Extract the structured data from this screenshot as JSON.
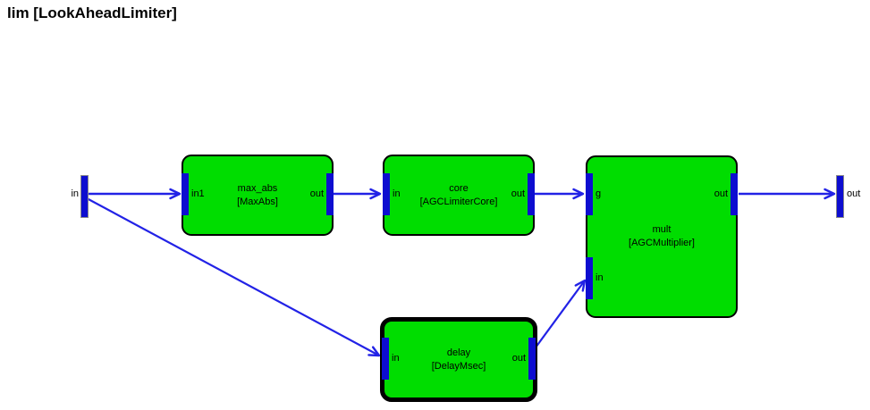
{
  "diagram": {
    "title": "lim [LookAheadLimiter]",
    "colors": {
      "block_fill": "#00dd00",
      "block_border": "#000000",
      "port_bar": "#0d0dd0",
      "wire": "#2222e6",
      "background": "#ffffff"
    },
    "external_ports": [
      {
        "label": "in",
        "direction": "input"
      },
      {
        "label": "out",
        "direction": "output"
      }
    ],
    "blocks": [
      {
        "name": "max_abs",
        "klass": "[MaxAbs]",
        "selected": false,
        "ports": [
          {
            "label": "in1"
          },
          {
            "label": "out"
          }
        ]
      },
      {
        "name": "core",
        "klass": "[AGCLimiterCore]",
        "selected": false,
        "ports": [
          {
            "label": "in"
          },
          {
            "label": "out"
          }
        ]
      },
      {
        "name": "mult",
        "klass": "[AGCMultiplier]",
        "selected": false,
        "ports": [
          {
            "label": "g"
          },
          {
            "label": "in"
          },
          {
            "label": "out"
          }
        ]
      },
      {
        "name": "delay",
        "klass": "[DelayMsec]",
        "selected": true,
        "ports": [
          {
            "label": "in"
          },
          {
            "label": "out"
          }
        ]
      }
    ],
    "connections": [
      {
        "from": "in",
        "to": "max_abs.in1"
      },
      {
        "from": "max_abs.out",
        "to": "core.in"
      },
      {
        "from": "core.out",
        "to": "mult.g"
      },
      {
        "from": "in",
        "to": "delay.in"
      },
      {
        "from": "delay.out",
        "to": "mult.in"
      },
      {
        "from": "mult.out",
        "to": "out"
      }
    ]
  }
}
